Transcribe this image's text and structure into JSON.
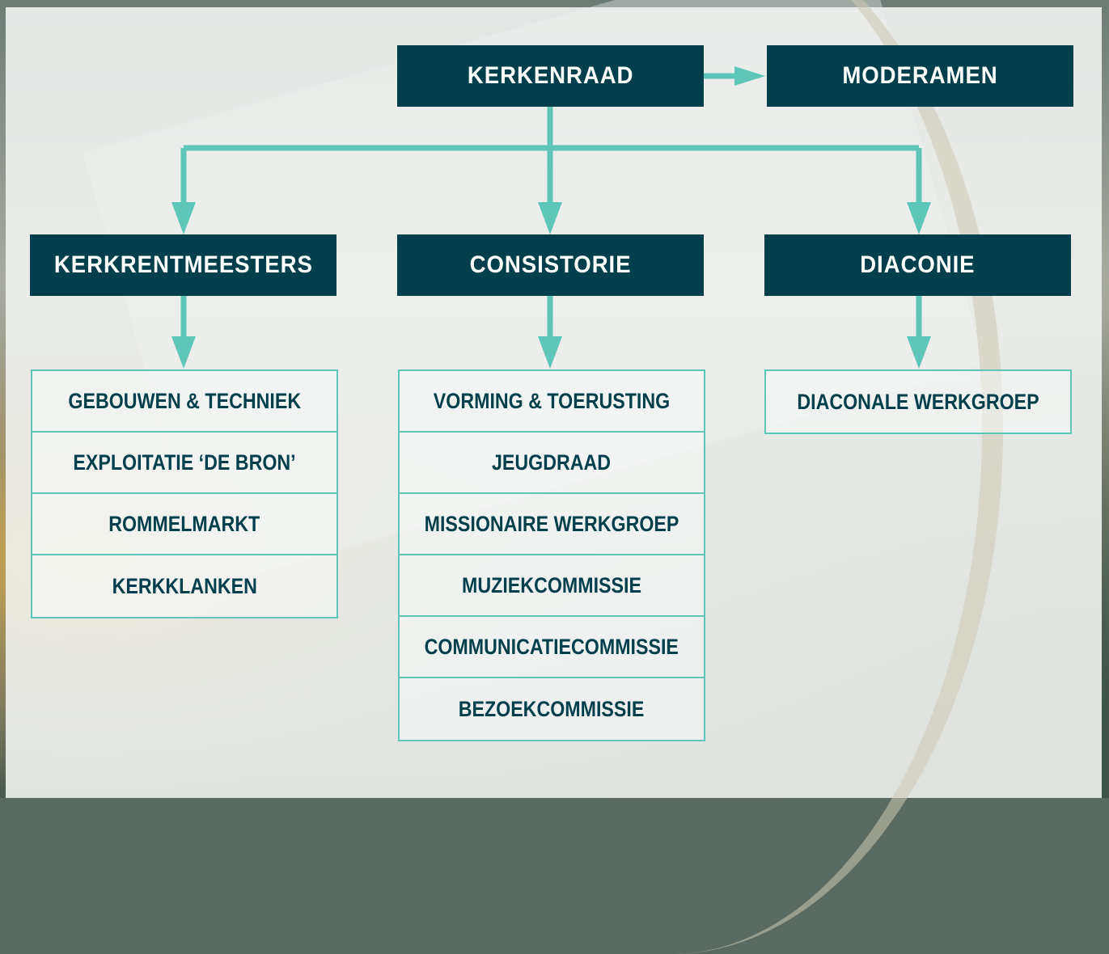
{
  "diagram": {
    "root": "KERKENRAAD",
    "side": "MODERAMEN",
    "branches": [
      {
        "title": "KERKRENTMEESTERS",
        "items": [
          "GEBOUWEN & TECHNIEK",
          "EXPLOITATIE ‘DE BRON’",
          "ROMMELMARKT",
          "KERKKLANKEN"
        ]
      },
      {
        "title": "CONSISTORIE",
        "items": [
          "VORMING & TOERUSTING",
          "JEUGDRAAD",
          "MISSIONAIRE WERKGROEP",
          "MUZIEKCOMMISSIE",
          "COMMUNICATIECOMMISSIE",
          "BEZOEKCOMMISSIE"
        ]
      },
      {
        "title": "DIACONIE",
        "items": [
          "DIACONALE WERKGROEP"
        ]
      }
    ]
  },
  "colors": {
    "node_fill": "#003f4b",
    "node_text": "#ffffff",
    "connector": "#5dc6b9",
    "item_text": "#003f4b"
  }
}
